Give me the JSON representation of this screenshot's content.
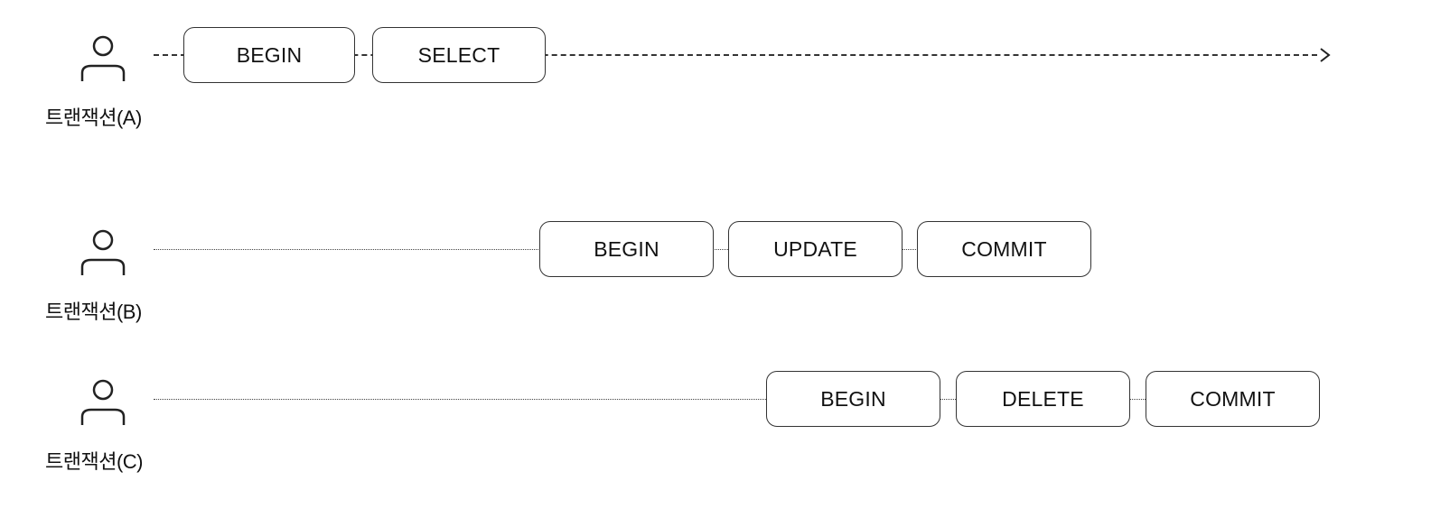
{
  "transactions": [
    {
      "label": "트랜잭션(A)",
      "steps": [
        "BEGIN",
        "SELECT"
      ],
      "continues": true
    },
    {
      "label": "트랜잭션(B)",
      "steps": [
        "BEGIN",
        "UPDATE",
        "COMMIT"
      ],
      "continues": false
    },
    {
      "label": "트랜잭션(C)",
      "steps": [
        "BEGIN",
        "DELETE",
        "COMMIT"
      ],
      "continues": false
    }
  ],
  "icons": {
    "actor": "user-icon",
    "arrow": "arrow-right-icon"
  },
  "colors": {
    "stroke": "#333333",
    "text": "#111111",
    "background": "#ffffff"
  }
}
